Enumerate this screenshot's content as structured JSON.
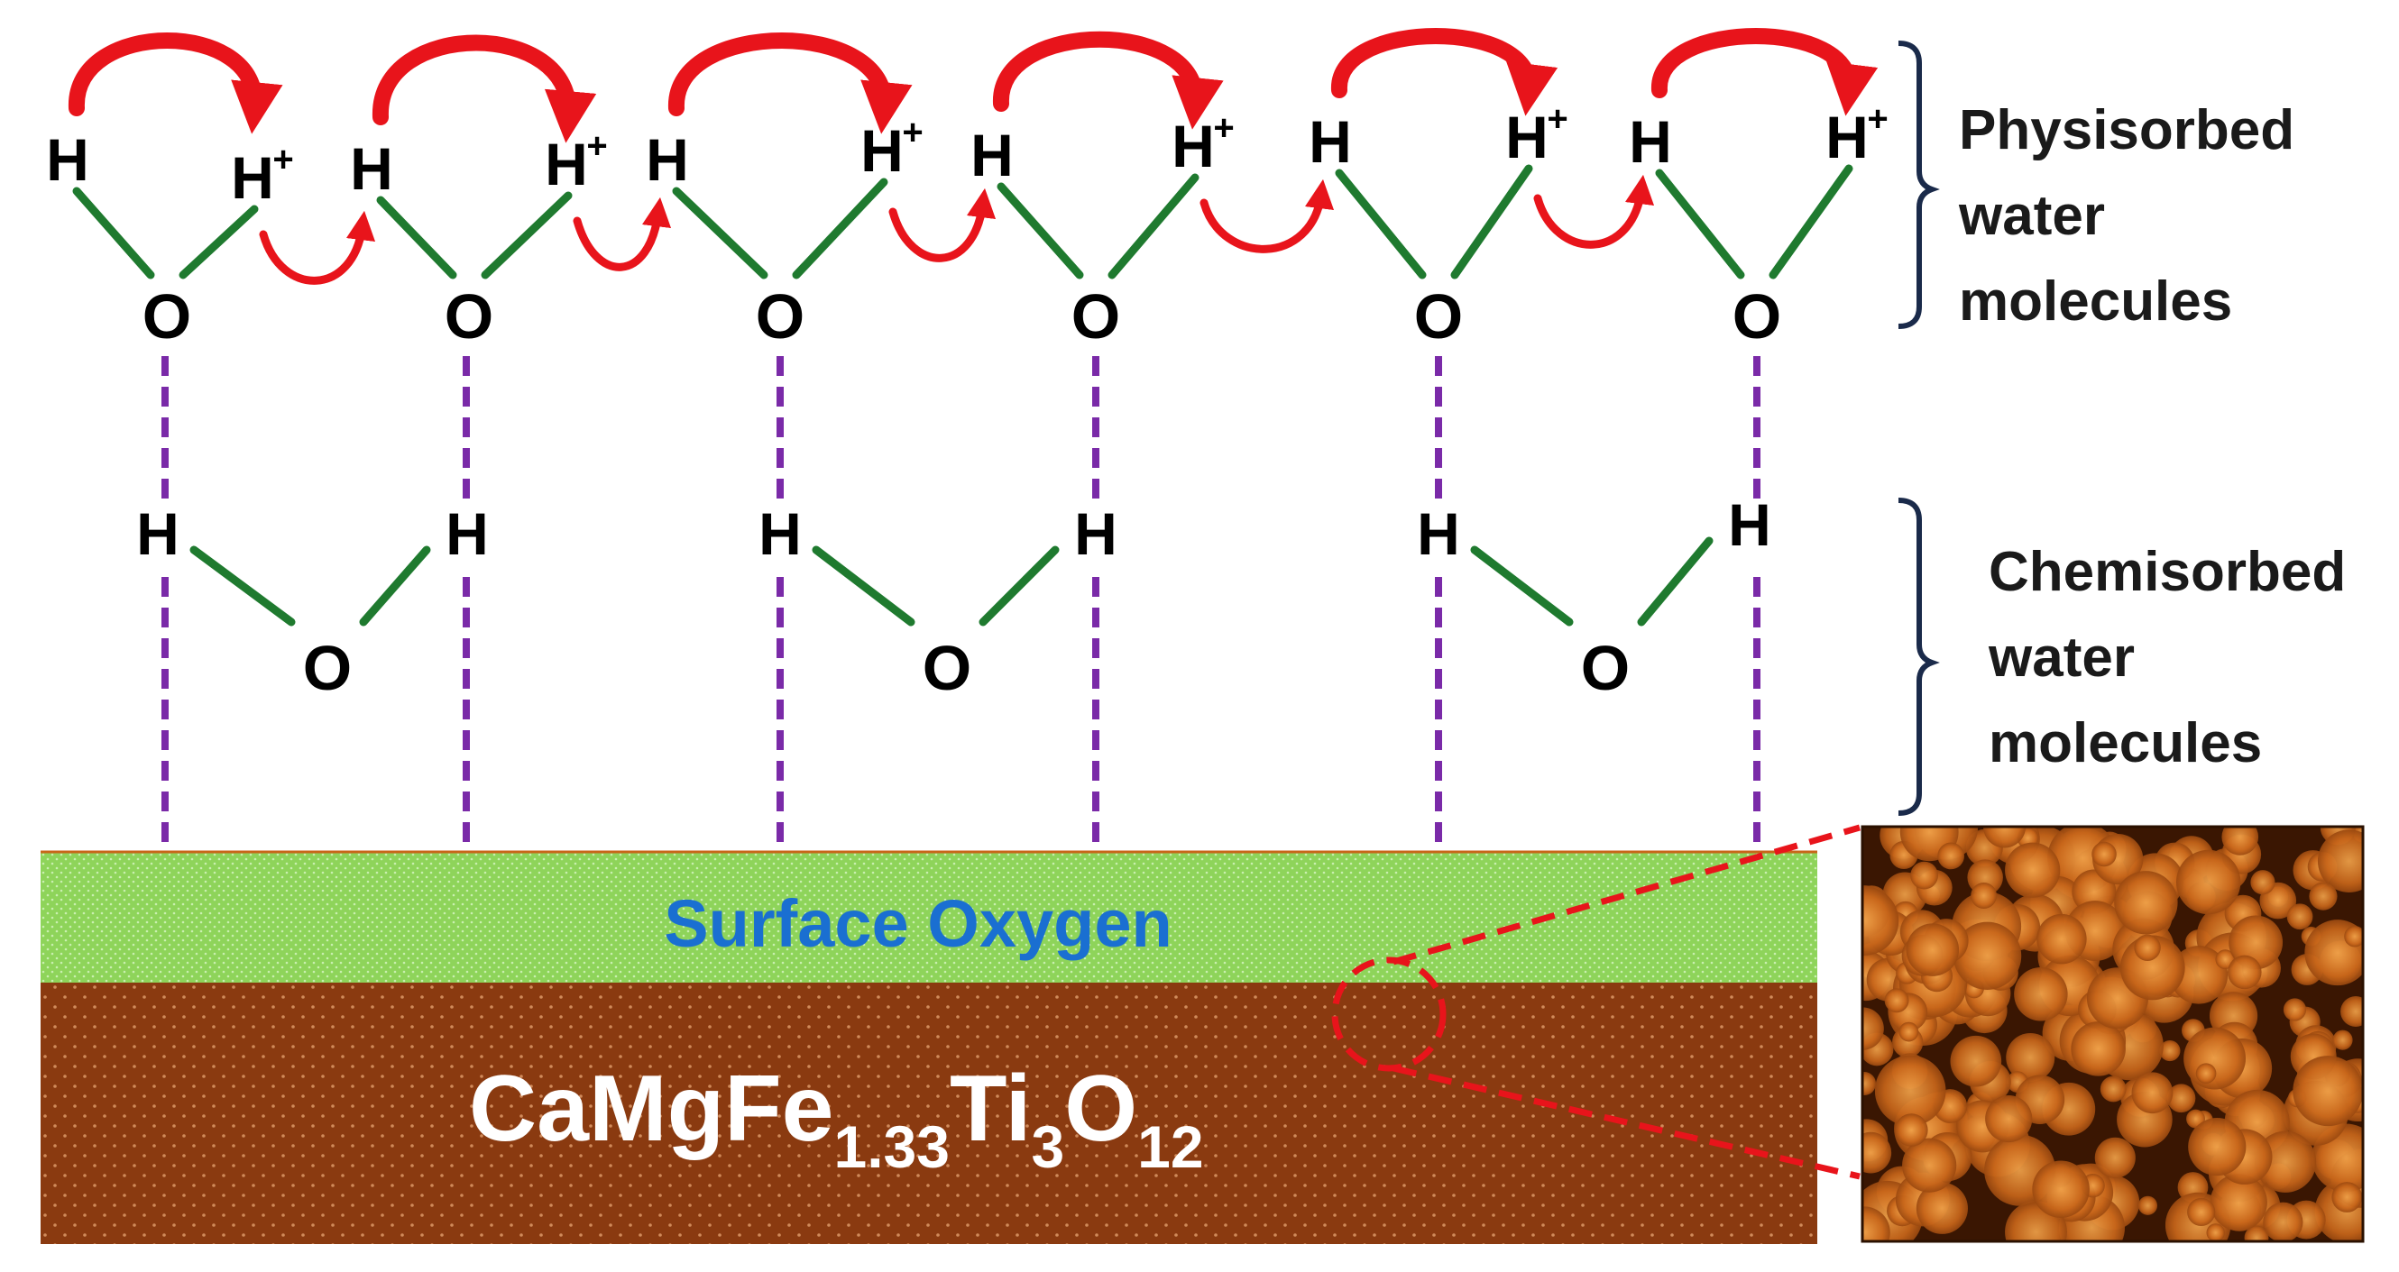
{
  "atoms": {
    "hydrogen": "H",
    "proton": "H",
    "proton_charge": "+",
    "oxygen": "O"
  },
  "labels": {
    "physisorbed": [
      "Physisorbed",
      "water",
      "molecules"
    ],
    "chemisorbed": [
      "Chemisorbed",
      "water",
      "molecules"
    ],
    "surface": "Surface Oxygen"
  },
  "formula": {
    "parts": [
      {
        "text": "CaMgFe",
        "sub": "1.33"
      },
      {
        "text": "Ti",
        "sub": "3"
      },
      {
        "text": "O",
        "sub": "12"
      }
    ]
  },
  "colors": {
    "bond": "#1f7a2f",
    "hydrogen_bond": "#7a2aa8",
    "arrow": "#e8141b",
    "surface_layer": "#8ed45a",
    "substrate": "#8a3a10",
    "surface_text": "#1a6fd1",
    "formula_text": "#ffffff",
    "zoom_outline": "#e8141b",
    "micrograph": "#c8661a"
  },
  "structure": {
    "physisorbed_molecule_count": 6,
    "chemisorbed_molecule_count": 3,
    "proton_hop_arrows": 11
  }
}
